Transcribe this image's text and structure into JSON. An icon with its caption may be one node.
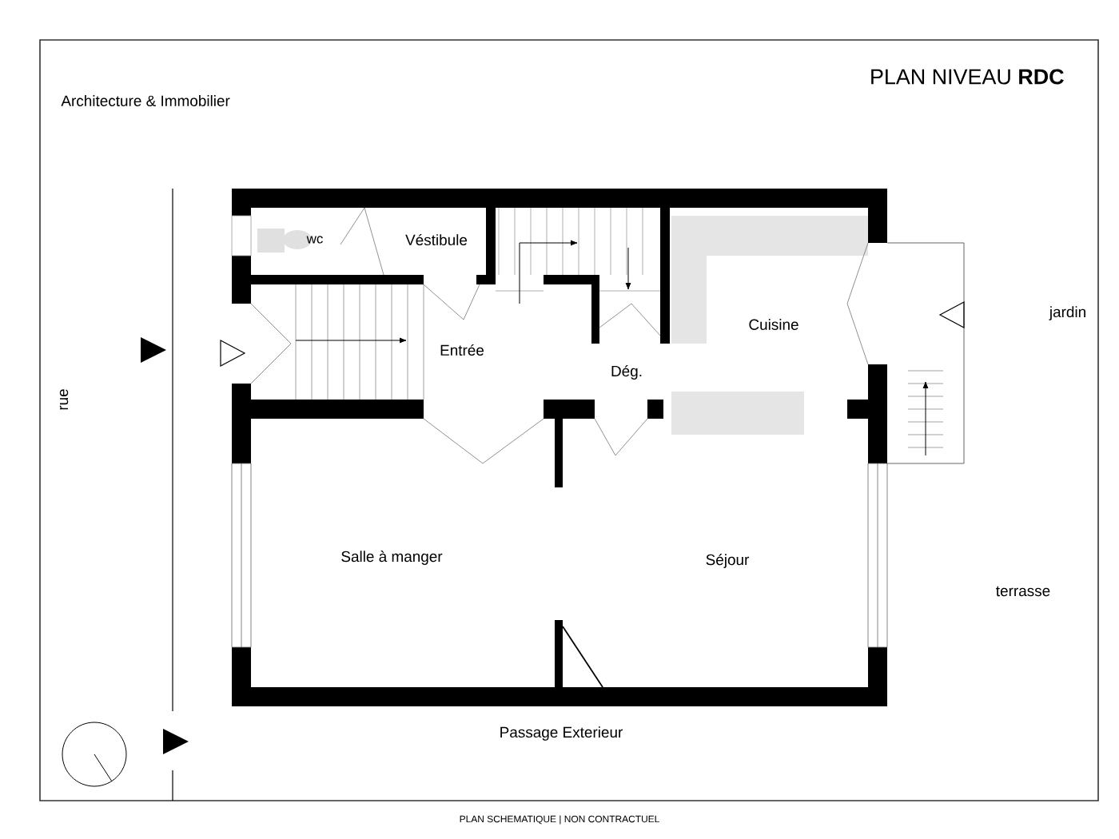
{
  "diagram": {
    "title": "PLAN NIVEAU **RDC**",
    "caption": "PLAN SCHEMATIQUE | NON CONTRACTUEL",
    "labels": [
      "Architecture & Immobilier",
      "wc",
      "Véstibule",
      "Entrée",
      "Cuisine",
      "jardin",
      "rue",
      "Dég.",
      "Salle à manger",
      "Séjour",
      "terrasse",
      "Passage Exterieur"
    ]
  }
}
